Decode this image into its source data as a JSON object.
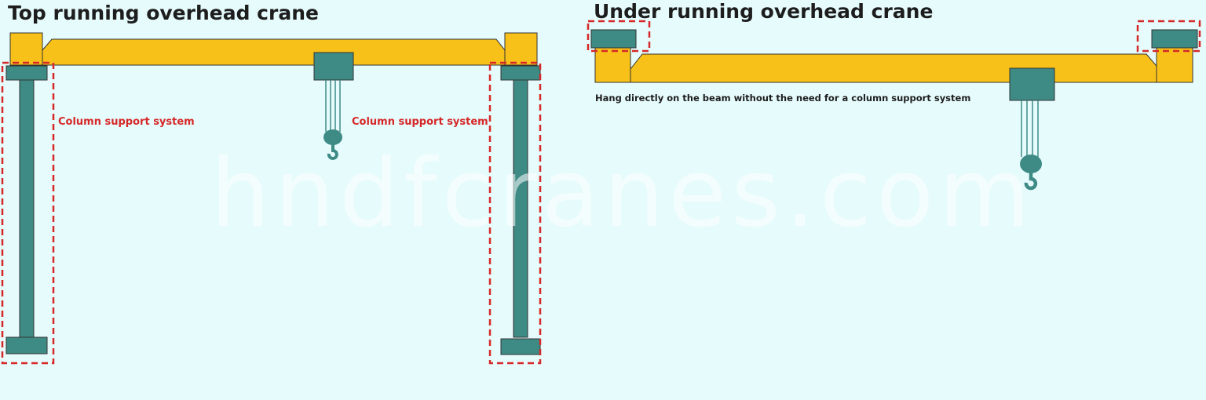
{
  "top_running": {
    "title": "Top running overhead crane",
    "left_column_label": "Column support system",
    "right_column_label": "Column support system"
  },
  "under_running": {
    "title": "Under running overhead crane",
    "note": "Hang directly on the beam without the need for a column support system"
  },
  "watermark": "hndfcranes.com",
  "colors": {
    "background": "#e6fbfc",
    "beam": "#f8c11a",
    "steel": "#3e8b86",
    "highlight": "#d62828",
    "text": "#1d1d1d"
  }
}
